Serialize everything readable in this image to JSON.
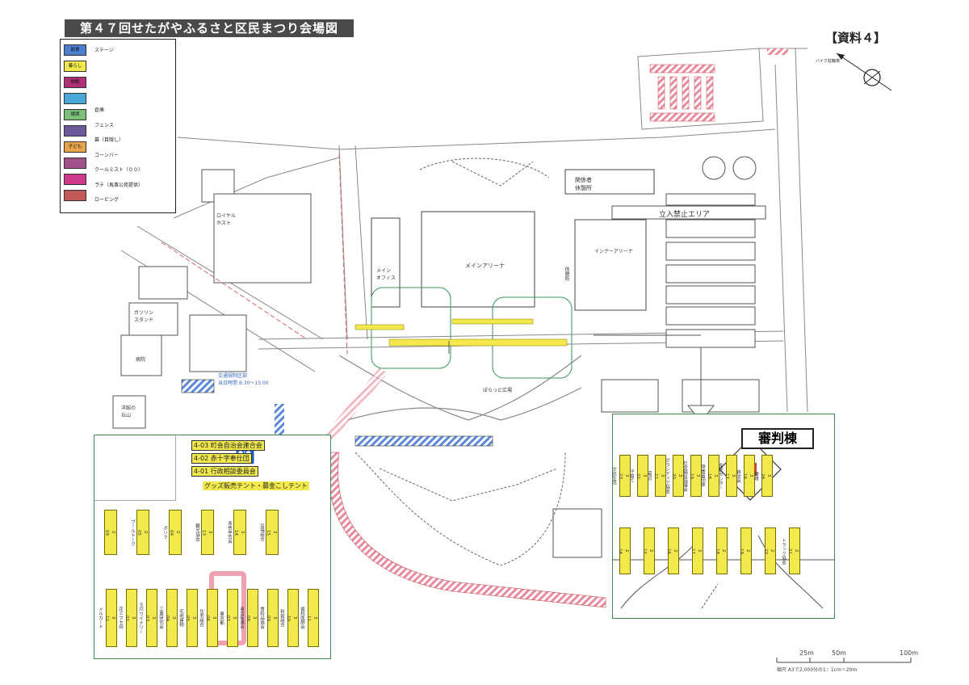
{
  "title": "第４７回せたがやふるさと区民まつり会場図",
  "document_label": "【資料４】",
  "legend": {
    "left_items": [
      {
        "label": "飲食",
        "color": "#4a7fd0"
      },
      {
        "label": "暮らし",
        "color": "#f2ea4c"
      },
      {
        "label": "物販",
        "color": "#b0307a"
      },
      {
        "label": "",
        "color": "#4aa8d8"
      },
      {
        "label": "環境",
        "color": "#7ac07a"
      },
      {
        "label": "",
        "color": "#6a5a9a"
      },
      {
        "label": "子ども",
        "color": "#e8a44a"
      },
      {
        "label": "",
        "color": "#a0508a"
      },
      {
        "label": "",
        "color": "#d03a8a"
      },
      {
        "label": "",
        "color": "#c05a5a"
      }
    ],
    "right_items": [
      {
        "label": "ステージ"
      },
      {
        "label": ""
      },
      {
        "label": ""
      },
      {
        "label": ""
      },
      {
        "label": "倉庫"
      },
      {
        "label": "フェンス"
      },
      {
        "label": "幕（目隠し）"
      },
      {
        "label": "コーンバー"
      },
      {
        "label": "クールミスト（００）"
      },
      {
        "label": "ラテ（馬事公苑提供）"
      },
      {
        "label": "ロービング"
      }
    ]
  },
  "map": {
    "areas": {
      "main_arena": "メインアリーナ",
      "main_office": "メイン\nオフィス",
      "staff_rest": "関係者\n休憩所",
      "rest_area": "休憩所",
      "no_entry": "立入禁止エリア",
      "inner_arena": "インナーアリーナ",
      "royal_host": "ロイヤル\nホスト",
      "gas_station": "ガソリン\nスタンド",
      "hospital": "病院",
      "western_hill": "洋館の\n丘山",
      "traffic_police": "交通規制区部\n当日時間 8:30〜15:00",
      "center_path": "ぽらっど広場",
      "bus_stop": "バイク駐輪場"
    }
  },
  "inset_left": {
    "tent_labels": [
      "4-03 町会自治会連合会",
      "4-02 赤十字奉仕団",
      "4-01 行政相談委員会"
    ],
    "goods_tent": "グッズ販売テント・募金こしテント",
    "row1": [
      "2\n09\n",
      "2\n05\nプールトーク",
      "2\n04\nポリフ",
      "3\n13\n観光協会",
      "3\n14\n青色申告会",
      "3\n15\n浴場組合"
    ],
    "row2": [
      "3\n12\nメルカード",
      "3\n02\n花エフセ田",
      "3\n03\n玉川ワイナリー",
      "3\n04\n工業研究会",
      "3\n05\n宅地建物",
      "3\n06\n住宅組合",
      "3\n07\n東京都",
      "3\n08\n商店街連合",
      "3\n09\n食料品協会",
      "3\n10\n料飲組合",
      "3\n11\n歯科医師会"
    ]
  },
  "inset_right": {
    "judge_building": "審判棟",
    "row1": [
      "3\n23\n文化生活",
      "3\n22\n子育て",
      "3\n21\nNPO",
      "3\n20\nボランティア協会",
      "3\n19\n社会福祉協議会",
      "3\n18\n障害者団体",
      "3\n17\n女性センター",
      "3\n16\n自治会",
      "3\n28\n環境"
    ],
    "row2": [
      "2\n14\n",
      "2\n15\n",
      "2\n16\n",
      "2\n17\n",
      "2\n18\n",
      "2\n19\n",
      "2\n20\n",
      "2\n21\nトラック協会"
    ]
  },
  "scale": {
    "marks": [
      "25m",
      "50m",
      "100m"
    ],
    "note": "縮尺 A3で2,000分の1：1cm＝20m"
  }
}
